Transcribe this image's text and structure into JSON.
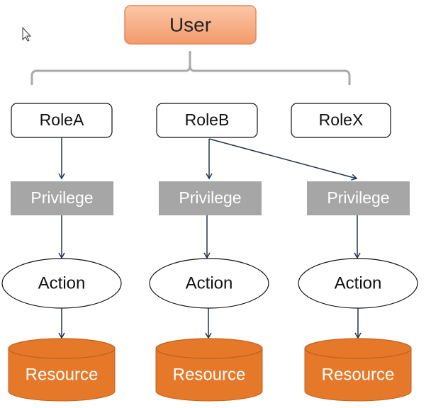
{
  "diagram": {
    "user": {
      "label": "User"
    },
    "roles": [
      {
        "label": "RoleA"
      },
      {
        "label": "RoleB"
      },
      {
        "label": "RoleX"
      }
    ],
    "privileges": [
      {
        "label": "Privilege"
      },
      {
        "label": "Privilege"
      },
      {
        "label": "Privilege"
      }
    ],
    "actions": [
      {
        "label": "Action"
      },
      {
        "label": "Action"
      },
      {
        "label": "Action"
      }
    ],
    "resources": [
      {
        "label": "Resource"
      },
      {
        "label": "Resource"
      },
      {
        "label": "Resource"
      }
    ]
  },
  "colors": {
    "user_fill": "#f7b08a",
    "user_stroke": "#e08a5a",
    "privilege_fill": "#a6a6a6",
    "resource_fill": "#e6782a",
    "resource_stroke": "#c0601a",
    "line": "#243447"
  }
}
